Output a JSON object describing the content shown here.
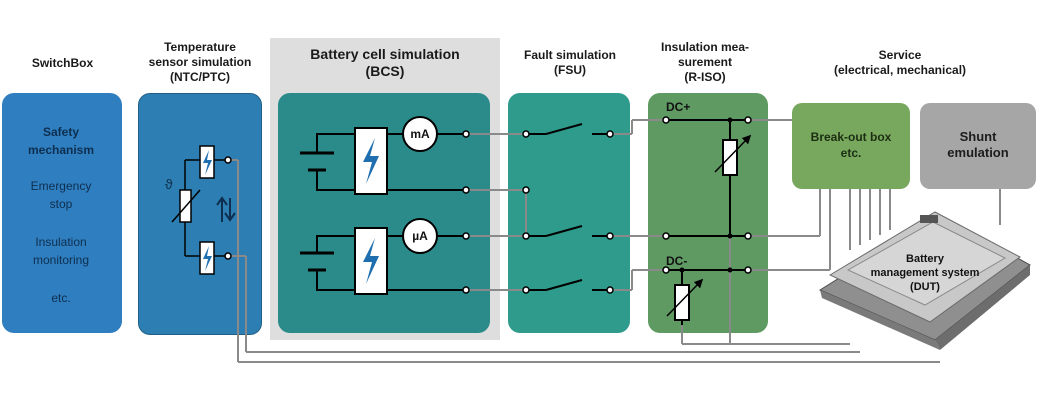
{
  "headers": {
    "switchbox": "SwitchBox",
    "temperature": [
      "Temperature",
      "sensor simulation",
      "(NTC/PTC)"
    ],
    "bcs": [
      "Battery cell simulation",
      "(BCS)"
    ],
    "fault": [
      "Fault simulation",
      "(FSU)"
    ],
    "insulation": [
      "Insulation mea-",
      "surement",
      "(R-ISO)"
    ],
    "service": [
      "Service",
      "(electrical, mechanical)"
    ]
  },
  "switchbox": {
    "safety": [
      "Safety",
      "mechanism"
    ],
    "emergency": [
      "Emergency",
      "stop"
    ],
    "insulation": [
      "Insulation",
      "monitoring"
    ],
    "etc": "etc."
  },
  "temperature_symbol": "ϑ",
  "meters": {
    "ma": "mA",
    "ua": "µA"
  },
  "riso_labels": {
    "dc_plus": "DC+",
    "dc_minus": "DC-"
  },
  "breakout": [
    "Break-out box",
    "etc."
  ],
  "shunt": [
    "Shunt",
    "emulation"
  ],
  "bms": [
    "Battery",
    "management system",
    "(DUT)"
  ],
  "colors": {
    "switchbox": "#2f7ec0",
    "temperature": "#2d7fb3",
    "bcs": "#2a8b8a",
    "fault": "#2f9b8c",
    "insulation": "#5f9a63",
    "breakout": "#78a85e",
    "shunt": "#a6a6a6",
    "bcs_background": "#dedede"
  }
}
